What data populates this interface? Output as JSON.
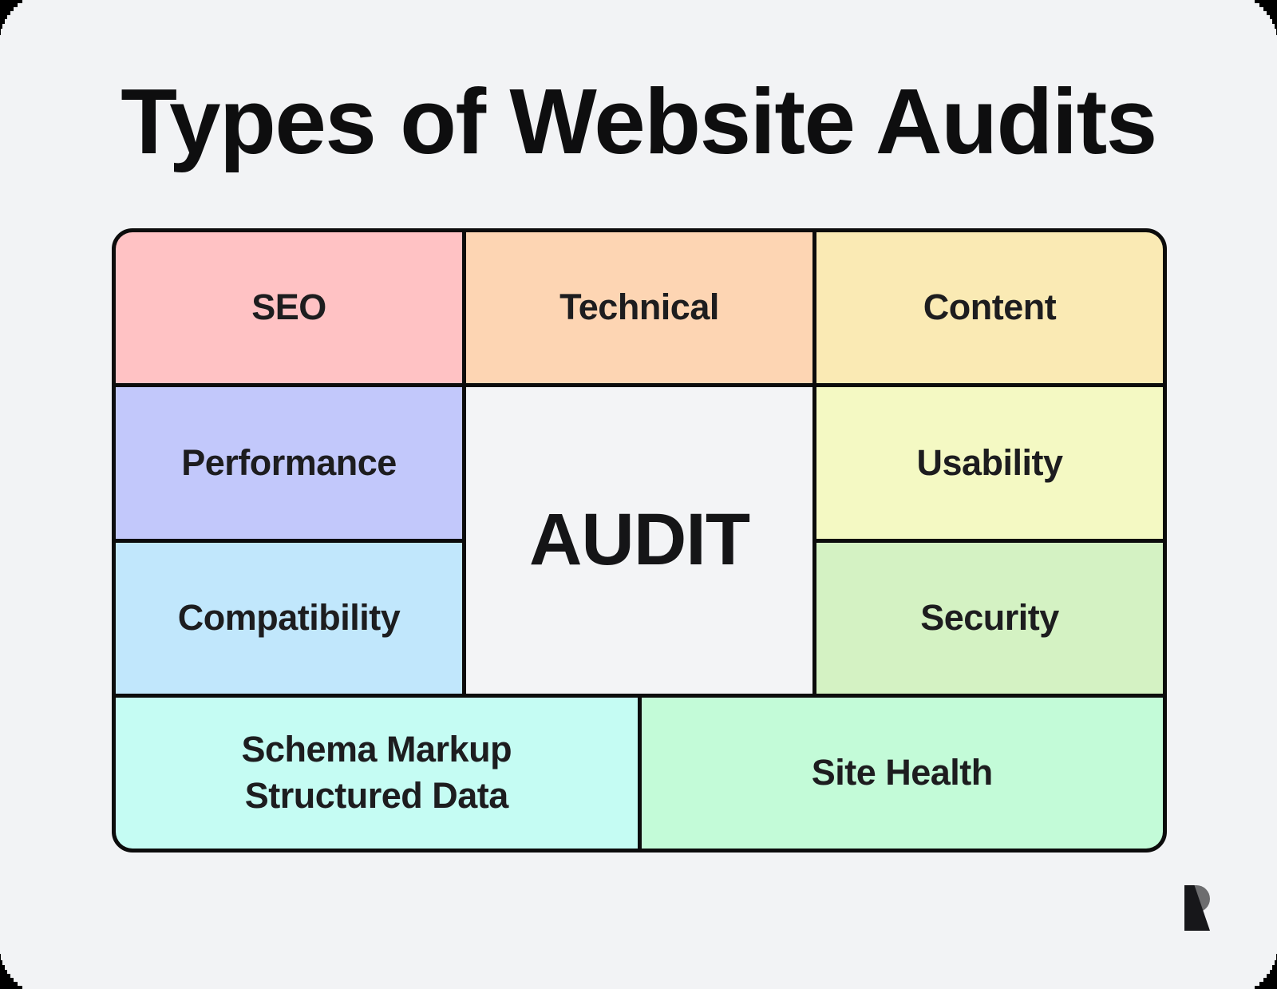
{
  "page": {
    "title": "Types of Website Audits",
    "background_color": "#f2f3f5",
    "corner_color": "#000000"
  },
  "diagram": {
    "border_color": "#0c0c0c",
    "cells": {
      "seo": {
        "label": "SEO",
        "color": "#ffc2c4"
      },
      "technical": {
        "label": "Technical",
        "color": "#fdd5b3"
      },
      "content": {
        "label": "Content",
        "color": "#faeab4"
      },
      "performance": {
        "label": "Performance",
        "color": "#c2c8fb"
      },
      "audit": {
        "label": "AUDIT",
        "color": "#f3f4f6"
      },
      "usability": {
        "label": "Usability",
        "color": "#f4f9c3"
      },
      "compatibility": {
        "label": "Compatibility",
        "color": "#c1e7fc"
      },
      "security": {
        "label": "Security",
        "color": "#d4f2c3"
      },
      "schema": {
        "label_line1": "Schema Markup",
        "label_line2": "Structured Data",
        "color": "#c5fcf3"
      },
      "site_health": {
        "label": "Site Health",
        "color": "#c3fbd8"
      }
    }
  },
  "logo": {
    "name": "R monogram",
    "primary_color": "#17171a",
    "secondary_color": "#6d6d6f"
  }
}
